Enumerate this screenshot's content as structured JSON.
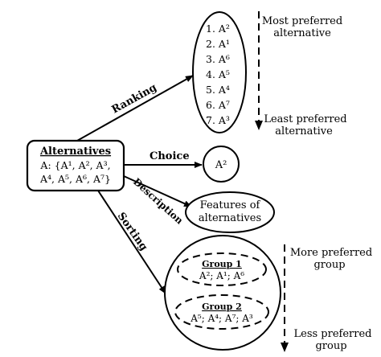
{
  "diagram": {
    "alternatives_box": {
      "title": "Alternatives",
      "set_line1": "A: {A¹, A², A³,",
      "set_line2": "A⁴, A⁵, A⁶, A⁷}"
    },
    "edges": {
      "ranking": "Ranking",
      "choice": "Choice",
      "description": "Description",
      "sorting": "Sorting"
    },
    "ranking": {
      "items": [
        "1. A²",
        "2. A¹",
        "3. A⁶",
        "4. A⁵",
        "5. A⁴",
        "6. A⁷",
        "7. A³"
      ],
      "top_label_line1": "Most preferred",
      "top_label_line2": "alternative",
      "bottom_label_line1": "Least preferred",
      "bottom_label_line2": "alternative"
    },
    "choice": {
      "result": "A²"
    },
    "description": {
      "line1": "Features of",
      "line2": "alternatives"
    },
    "sorting": {
      "group1_title": "Group 1",
      "group1_members": "A²; A¹; A⁶",
      "group2_title": "Group 2",
      "group2_members": "A⁵; A⁴; A⁷; A³",
      "top_label_line1": "More preferred",
      "top_label_line2": "group",
      "bottom_label_line1": "Less preferred",
      "bottom_label_line2": "group"
    }
  }
}
